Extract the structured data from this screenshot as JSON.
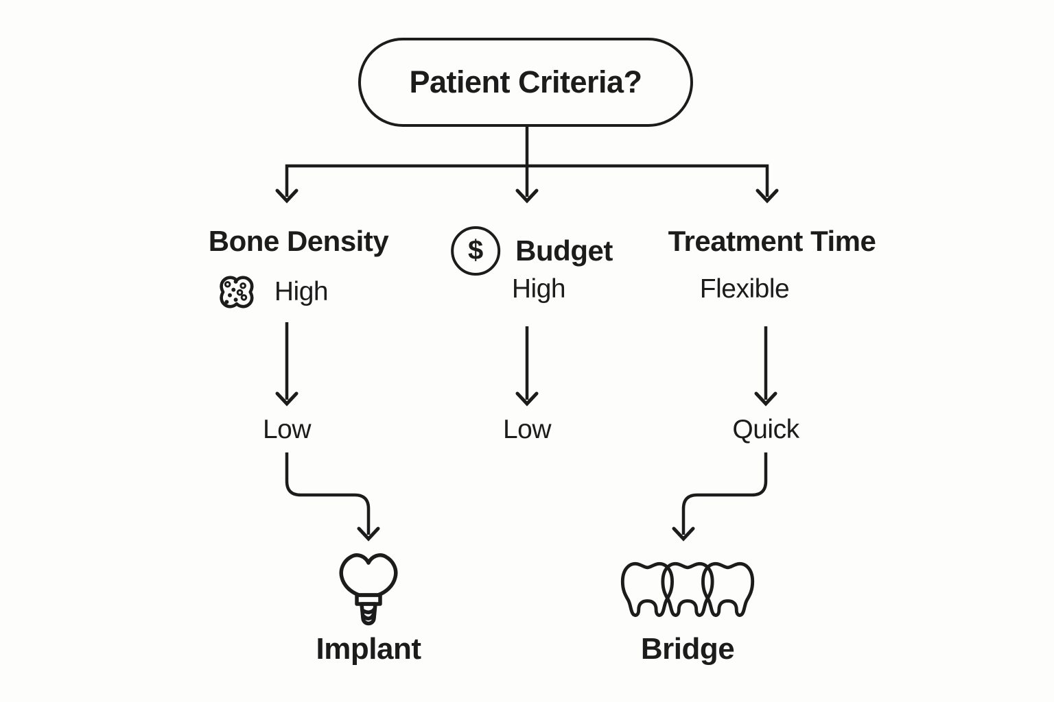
{
  "colors": {
    "ink": "#1c1c1c",
    "background": "#fdfdfc"
  },
  "root": {
    "label": "Patient Criteria?"
  },
  "branches": [
    {
      "label": "Bone Density",
      "icon": "bone-density-icon",
      "top_value": "High",
      "bottom_value": "Low"
    },
    {
      "label": "Budget",
      "icon": "dollar-icon",
      "icon_glyph": "$",
      "top_value": "High",
      "bottom_value": "Low"
    },
    {
      "label": "Treatment Time",
      "top_value": "Flexible",
      "bottom_value": "Quick"
    }
  ],
  "outcomes": [
    {
      "label": "Implant",
      "icon": "implant-icon"
    },
    {
      "label": "Bridge",
      "icon": "bridge-icon"
    }
  ]
}
